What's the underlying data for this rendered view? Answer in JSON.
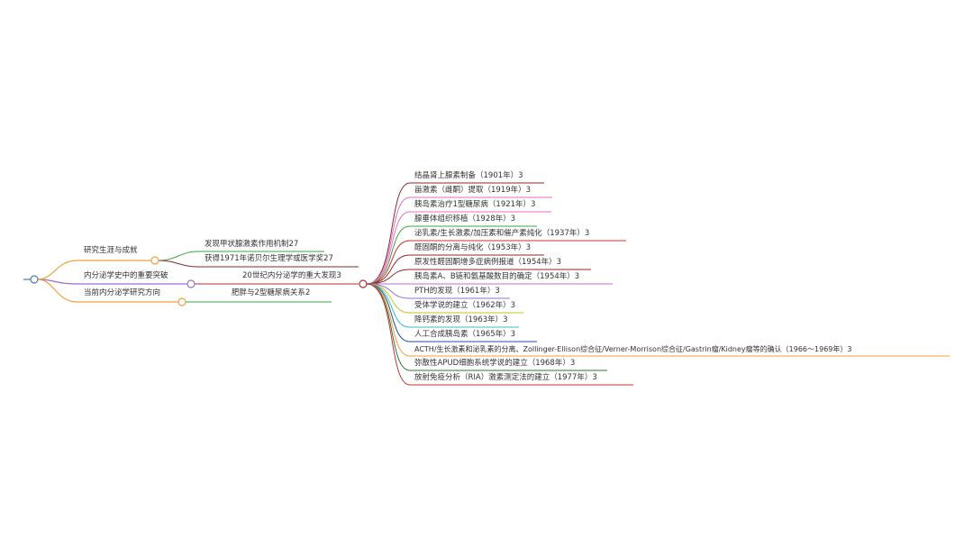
{
  "mindmap": {
    "branches": [
      {
        "label": "研究生涯与成就",
        "color": "#f0a040",
        "children": [
          {
            "label": "发现甲状腺激素作用机制27",
            "color": "#3aa548"
          },
          {
            "label": "获得1971年诺贝尔生理学或医学奖27",
            "color": "#8b2a2a"
          }
        ]
      },
      {
        "label": "内分泌学史中的重要突破",
        "color": "#9a6fd0",
        "children": [
          {
            "label": "20世纪内分泌学的重大发现3",
            "color": "#b03030"
          }
        ]
      },
      {
        "label": "当前内分泌学研究方向",
        "color": "#f0a040",
        "children": [
          {
            "label": "肥胖与2型糖尿病关系2",
            "color": "#3aa548"
          }
        ]
      }
    ],
    "discoveries": [
      {
        "label": "结晶肾上腺素制备（1901年）3",
        "color": "#8b2a2a"
      },
      {
        "label": "甾激素（雌酮）提取（1919年）3",
        "color": "#e070c0"
      },
      {
        "label": "胰岛素治疗1型糖尿病（1921年）3",
        "color": "#e870c8"
      },
      {
        "label": "腺垂体组织移植（1928年）3",
        "color": "#3aa548"
      },
      {
        "label": "泌乳素/生长激素/加压素和催产素纯化（1937年）3",
        "color": "#d03030"
      },
      {
        "label": "醛固酮的分离与纯化（1953年）3",
        "color": "#8b2a2a"
      },
      {
        "label": "原发性醛固酮增多症病例报道（1954年）3",
        "color": "#8b2a2a"
      },
      {
        "label": "胰岛素A、B链和氨基酸数目的确定（1954年）3",
        "color": "#c070d0"
      },
      {
        "label": "PTH的发现（1961年）3",
        "color": "#9a6fd0"
      },
      {
        "label": "受体学说的建立（1962年）3",
        "color": "#c8c020"
      },
      {
        "label": "降钙素的发现（1963年）3",
        "color": "#40b8c8"
      },
      {
        "label": "人工合成胰岛素（1965年）3",
        "color": "#2050a0"
      },
      {
        "label": "ACTH/生长激素和泌乳素的分离、Zollinger-Ellison综合征/Verner-Morrison综合征/Gastrin瘤/Kidney瘤等的确认（1966～1969年）3",
        "color": "#f0a040"
      },
      {
        "label": "弥散性APUD细胞系统学说的建立（1968年）3",
        "color": "#2a7a3a"
      },
      {
        "label": "放射免疫分析（RIA）激素测定法的建立（1977年）3",
        "color": "#d03030"
      }
    ]
  }
}
